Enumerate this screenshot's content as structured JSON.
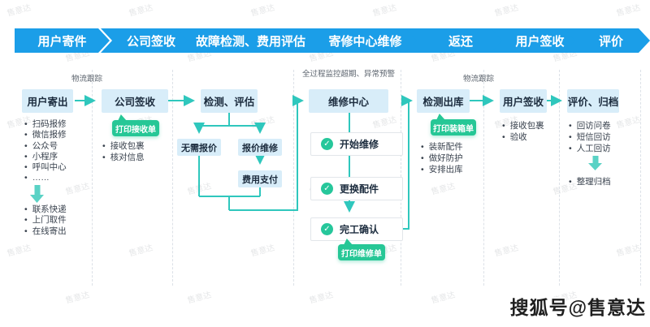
{
  "banner": {
    "stages": [
      "用户寄件",
      "公司签收",
      "故障检测、费用评估",
      "寄修中心维修",
      "返还",
      "用户签收",
      "评价"
    ]
  },
  "annotations": {
    "logistics_left": "物流跟踪",
    "process_monitor": "全过程监控超期、异常预警",
    "logistics_right": "物流跟踪"
  },
  "columns": {
    "send": {
      "header": "用户寄出",
      "channels": [
        "扫码报修",
        "微信报修",
        "公众号",
        "小程序",
        "呼叫中心",
        "……"
      ],
      "ship_methods": [
        "联系快递",
        "上门取件",
        "在线寄出"
      ]
    },
    "receive": {
      "header": "公司签收",
      "badge": "打印接收单",
      "steps": [
        "接收包裹",
        "核对信息"
      ]
    },
    "assess": {
      "header": "检测、评估",
      "no_quote": "无需报价",
      "quote_repair": "报价维修",
      "payment": "费用支付"
    },
    "repair": {
      "header": "维修中心",
      "tasks": [
        "开始维修",
        "更换配件",
        "完工确认"
      ],
      "badge": "打印维修单"
    },
    "outbound": {
      "header": "检测出库",
      "badge": "打印装箱单",
      "steps": [
        "装新配件",
        "做好防护",
        "安排出库"
      ]
    },
    "sign": {
      "header": "用户签收",
      "steps": [
        "接收包裹",
        "验收"
      ]
    },
    "evaluate": {
      "header": "评价、归档",
      "steps": [
        "回访问卷",
        "短信回访",
        "人工回访"
      ],
      "final_step": "整理归档"
    }
  },
  "watermark": {
    "tile": "售意达",
    "sohu": "搜狐号@售意达"
  },
  "colors": {
    "banner_blue": "#1b9ee8",
    "panel_blue": "#d8edf9",
    "flow_teal": "#2fc7bd",
    "badge_green": "#26c796",
    "arrow_teal_light": "#5ad2c5"
  }
}
